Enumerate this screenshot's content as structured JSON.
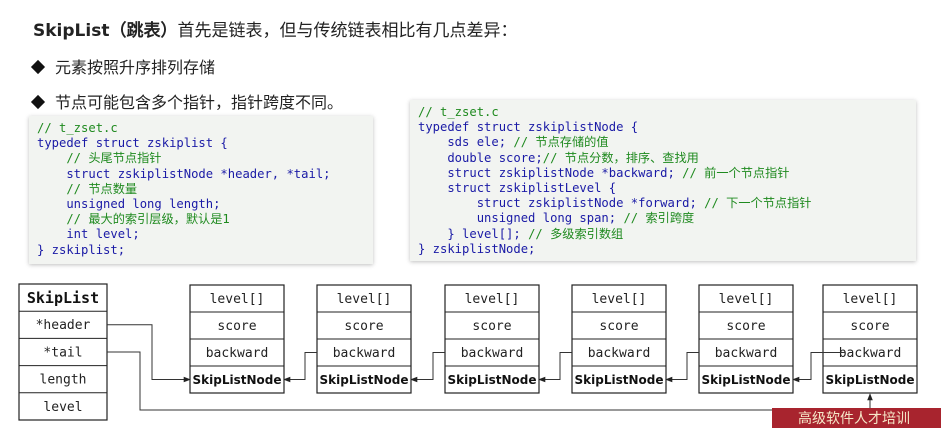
{
  "title": {
    "bold": "SkipList（跳表）",
    "rest": "首先是链表，但与传统链表相比有几点差异："
  },
  "bullets": [
    "元素按照升序排列存储",
    "节点可能包含多个指针，指针跨度不同。"
  ],
  "code_left": [
    {
      "k": "cm",
      "t": "// t_zset.c"
    },
    {
      "k": "kw",
      "t": "typedef struct zskiplist {"
    },
    {
      "k": "cm",
      "t": "    // 头尾节点指针"
    },
    {
      "k": "kw",
      "t": "    struct zskiplistNode *header, *tail;"
    },
    {
      "k": "cm",
      "t": "    // 节点数量"
    },
    {
      "k": "kw",
      "t": "    unsigned long length;"
    },
    {
      "k": "cm",
      "t": "    // 最大的索引层级，默认是1"
    },
    {
      "k": "kw",
      "t": "    int level;"
    },
    {
      "k": "kw",
      "t": "} zskiplist;"
    }
  ],
  "code_right": [
    {
      "parts": [
        {
          "k": "cm",
          "t": "// t_zset.c"
        }
      ]
    },
    {
      "parts": [
        {
          "k": "kw",
          "t": "typedef struct zskiplistNode {"
        }
      ]
    },
    {
      "parts": [
        {
          "k": "kw",
          "t": "    sds ele; "
        },
        {
          "k": "cm",
          "t": "// 节点存储的值"
        }
      ]
    },
    {
      "parts": [
        {
          "k": "kw",
          "t": "    double score;"
        },
        {
          "k": "cm",
          "t": "// 节点分数，排序、查找用"
        }
      ]
    },
    {
      "parts": [
        {
          "k": "kw",
          "t": "    struct zskiplistNode *backward; "
        },
        {
          "k": "cm",
          "t": "// 前一个节点指针"
        }
      ]
    },
    {
      "parts": [
        {
          "k": "kw",
          "t": "    struct zskiplistLevel {"
        }
      ]
    },
    {
      "parts": [
        {
          "k": "kw",
          "t": "        struct zskiplistNode *forward; "
        },
        {
          "k": "cm",
          "t": "// 下一个节点指针"
        }
      ]
    },
    {
      "parts": [
        {
          "k": "kw",
          "t": "        unsigned long span; "
        },
        {
          "k": "cm",
          "t": "// 索引跨度"
        }
      ]
    },
    {
      "parts": [
        {
          "k": "kw",
          "t": "    } level[]; "
        },
        {
          "k": "cm",
          "t": "// 多级索引数组"
        }
      ]
    },
    {
      "parts": [
        {
          "k": "kw",
          "t": "} zskiplistNode;"
        }
      ]
    }
  ],
  "skiplist_box": {
    "header": "SkipList",
    "fields": [
      "*header",
      "*tail",
      "length",
      "level"
    ]
  },
  "node_fields": [
    "level[]",
    "score",
    "backward",
    "SkipListNode"
  ],
  "node_count": 6,
  "banner": "高级软件人才培训",
  "colors": {
    "code_bg": "#f2f4f1",
    "keyword": "#1a1aa6",
    "comment": "#1f8a1f",
    "banner": "#a8242e"
  }
}
